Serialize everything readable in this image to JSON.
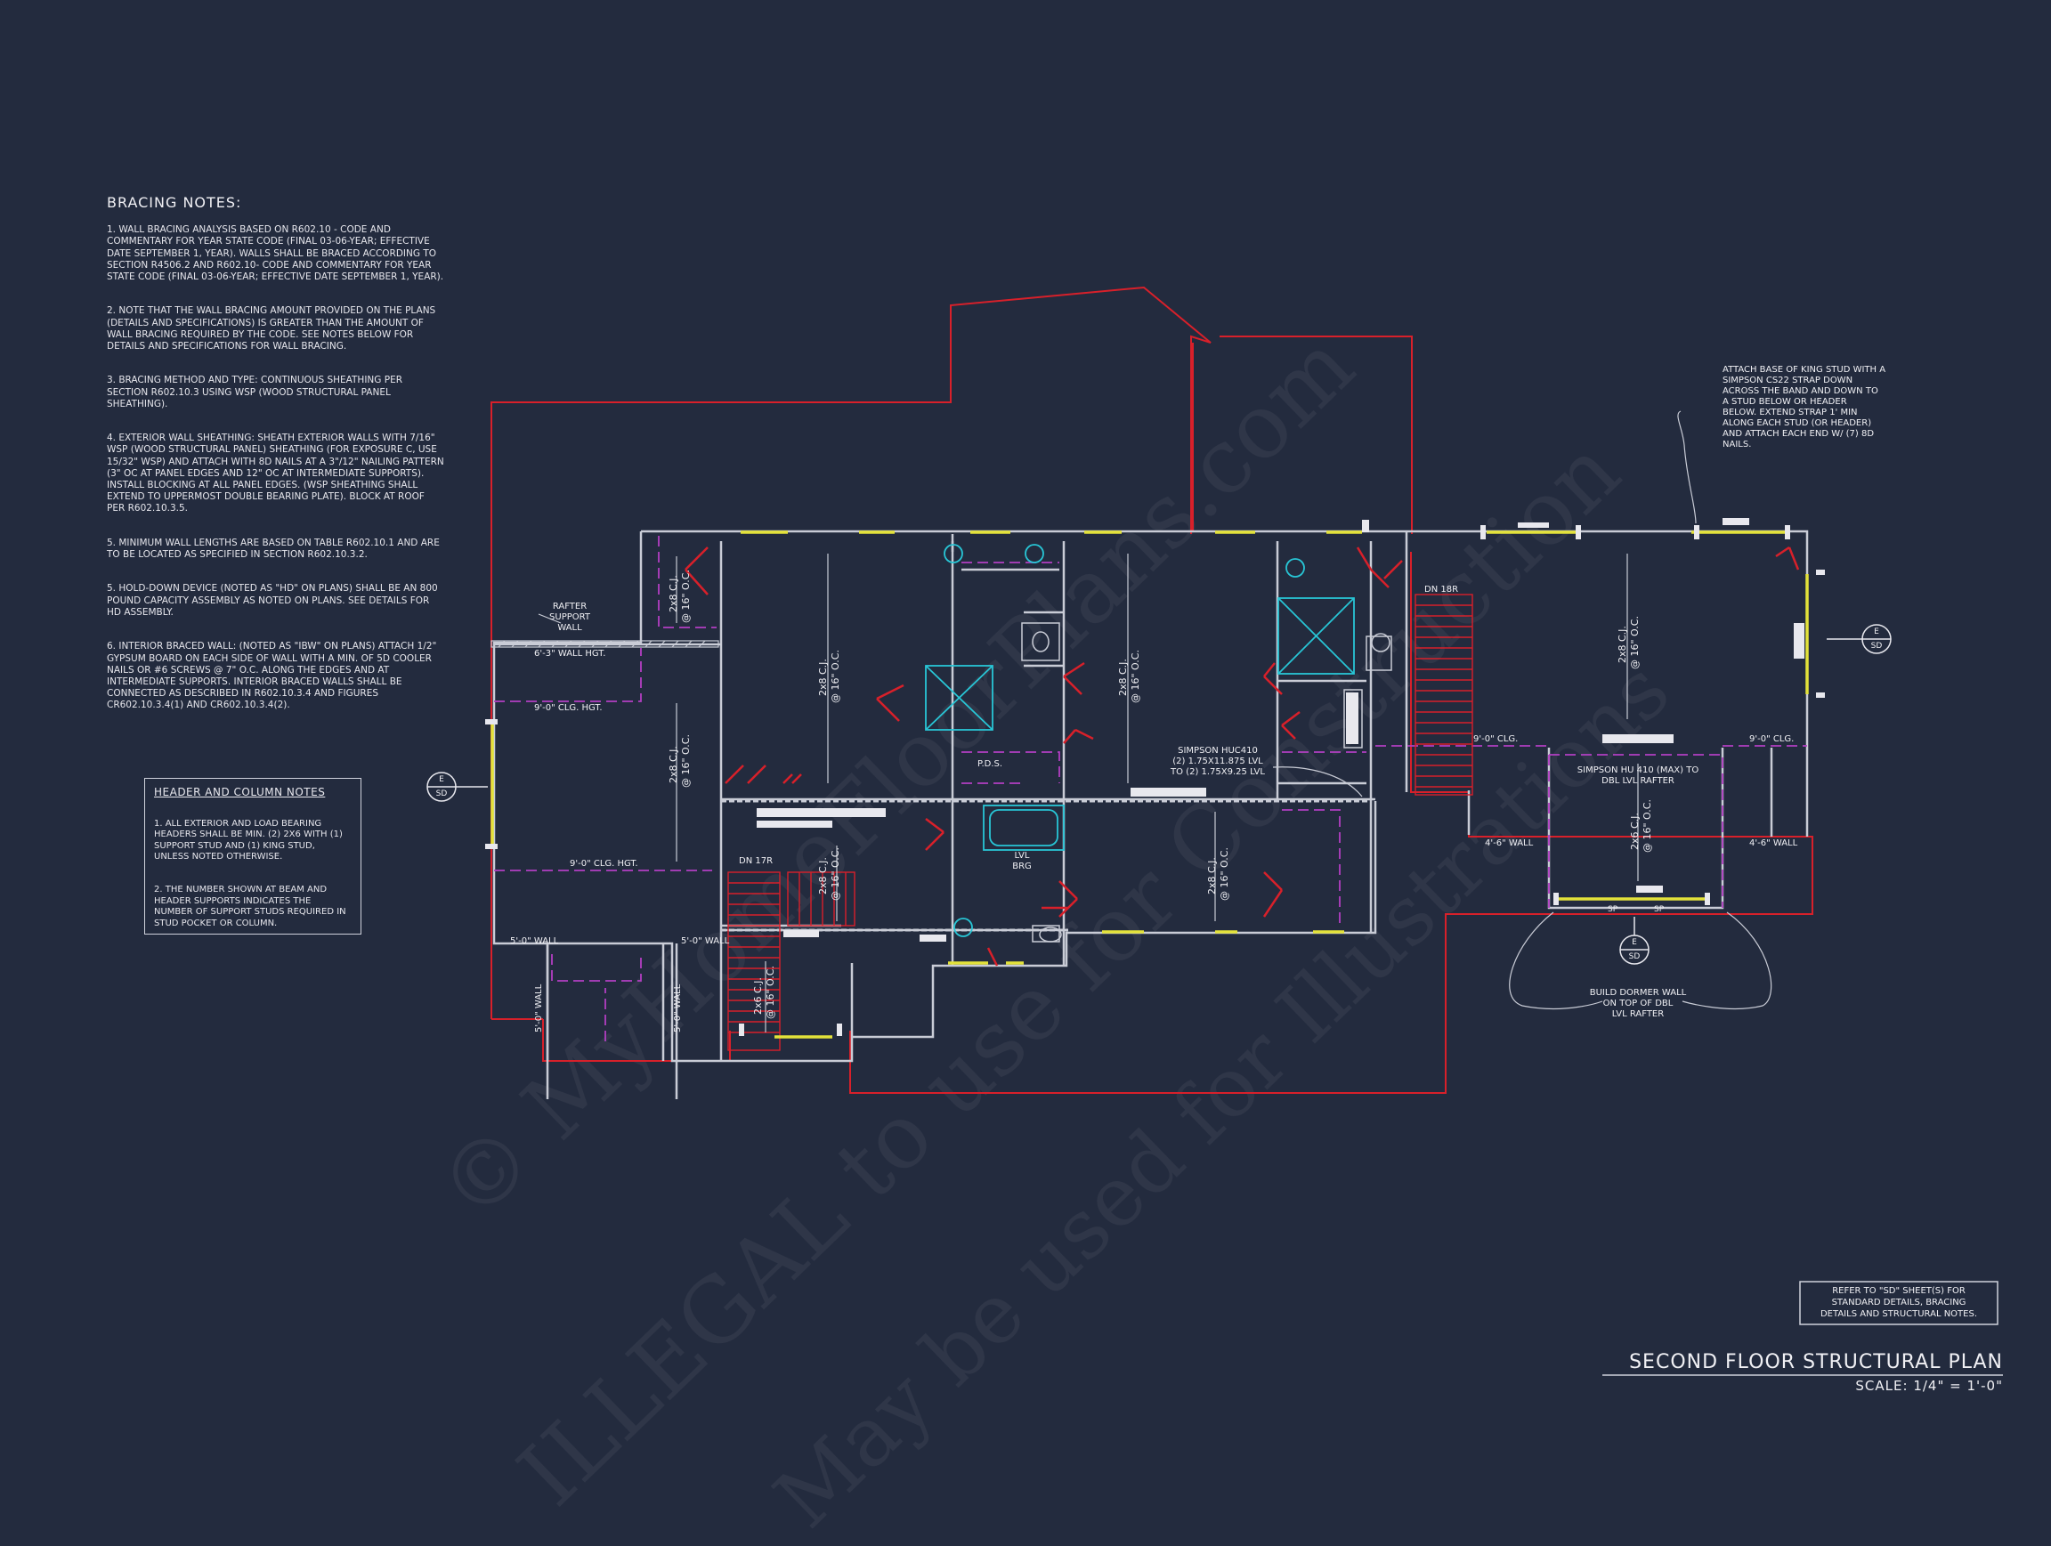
{
  "bracing": {
    "title": "BRACING NOTES:",
    "notes": [
      "1. WALL BRACING ANALYSIS BASED ON R602.10 - CODE AND COMMENTARY FOR YEAR STATE CODE (FINAL 03-06-YEAR; EFFECTIVE DATE SEPTEMBER 1, YEAR). WALLS SHALL BE BRACED ACCORDING TO SECTION R4506.2 AND R602.10- CODE AND COMMENTARY FOR YEAR STATE CODE (FINAL 03-06-YEAR; EFFECTIVE DATE SEPTEMBER 1, YEAR).",
      "2. NOTE THAT THE WALL BRACING AMOUNT PROVIDED ON THE PLANS (DETAILS AND SPECIFICATIONS) IS GREATER THAN THE AMOUNT OF WALL BRACING REQUIRED BY THE CODE. SEE NOTES BELOW FOR DETAILS AND SPECIFICATIONS FOR WALL BRACING.",
      "3. BRACING METHOD AND TYPE: CONTINUOUS SHEATHING PER SECTION R602.10.3 USING WSP (WOOD STRUCTURAL PANEL SHEATHING).",
      "4. EXTERIOR WALL SHEATHING: SHEATH EXTERIOR WALLS WITH 7/16\" WSP (WOOD STRUCTURAL PANEL) SHEATHING (FOR EXPOSURE C, USE 15/32\" WSP) AND ATTACH WITH 8d NAILS AT A 3\"/12\" NAILING PATTERN (3\" OC AT PANEL EDGES AND 12\" OC AT INTERMEDIATE SUPPORTS). INSTALL BLOCKING AT ALL PANEL EDGES. (WSP SHEATHING SHALL EXTEND TO UPPERMOST DOUBLE BEARING PLATE). BLOCK AT ROOF PER R602.10.3.5.",
      "5. MINIMUM WALL LENGTHS ARE BASED ON TABLE R602.10.1 AND ARE TO BE LOCATED AS SPECIFIED IN SECTION R602.10.3.2.",
      "5. HOLD-DOWN DEVICE (NOTED AS \"HD\" ON PLANS) SHALL BE AN 800 POUND CAPACITY ASSEMBLY AS NOTED ON PLANS. SEE DETAILS FOR HD ASSEMBLY.",
      "6. INTERIOR BRACED WALL: (NOTED AS \"IBW\" ON PLANS) ATTACH 1/2\" GYPSUM BOARD ON EACH SIDE OF WALL WITH A MIN. OF 5d COOLER NAILS OR #6 SCREWS @ 7\" O.C. ALONG THE EDGES AND AT INTERMEDIATE SUPPORTS. INTERIOR BRACED WALLS SHALL BE CONNECTED AS DESCRIBED IN R602.10.3.4 AND FIGURES CR602.10.3.4(1) AND CR602.10.3.4(2)."
    ]
  },
  "header_notes": {
    "title": "HEADER AND COLUMN NOTES",
    "notes": [
      "1. ALL EXTERIOR AND LOAD BEARING HEADERS SHALL BE MIN. (2) 2x6 WITH (1) SUPPORT STUD AND (1) KING STUD, UNLESS NOTED OTHERWISE.",
      "2. THE NUMBER SHOWN AT BEAM AND HEADER SUPPORTS INDICATES THE NUMBER OF SUPPORT STUDS REQUIRED IN STUD POCKET OR COLUMN."
    ]
  },
  "labels": {
    "rafter_support": "RAFTER\nSUPPORT\nWALL",
    "wall_hgt": "6'-3\" WALL HGT.",
    "clg_hgt_1": "9'-0\" CLG. HGT.",
    "clg_hgt_2": "9'-0\" CLG. HGT.",
    "wall_5_a": "5'-0\" WALL",
    "wall_5_b": "5'-0\" WALL",
    "wall_5_c": "5'-0\" WALL",
    "wall_5_d": "5'-0\" WALL",
    "dn_17r": "DN 17R",
    "dn_18r": "DN 18R",
    "pds": "P.D.S.",
    "lvl_brg": "LVL\nBRG",
    "simpson_huc": "SIMPSON HUC410\n(2) 1.75x11.875 LVL\nTO (2) 1.75x9.25 LVL",
    "simpson_hu": "SIMPSON HU 410 (MAX) TO\nDBL LVL RAFTER",
    "clg_9_a": "9'-0\" CLG.",
    "clg_9_b": "9'-0\" CLG.",
    "wall_46_a": "4'-6\" WALL",
    "wall_46_b": "4'-6\" WALL",
    "dormer": "BUILD DORMER WALL\nON TOP OF DBL\nLVL RAFTER",
    "strap_note": "ATTACH BASE OF KING STUD WITH A\nSIMPSON CS22 STRAP DOWN\nACROSS THE BAND AND DOWN TO\nA STUD BELOW OR HEADER\nBELOW. EXTEND STRAP 1' MIN\nALONG EACH STUD (OR HEADER)\nAND ATTACH EACH END W/ (7) 8d\nNAILS.",
    "sp_a": "SP",
    "sp_b": "SP",
    "cj_2x8": "2x8 C.J.",
    "cj_2x6": "2x6 C.J.",
    "cj_spacing": "@ 16\" O.C."
  },
  "section_tags": [
    {
      "letter": "E",
      "sheet": "SD"
    },
    {
      "letter": "E",
      "sheet": "SD"
    },
    {
      "letter": "E",
      "sheet": "SD"
    }
  ],
  "refer_note": "REFER TO \"SD\" SHEET(S) FOR\nSTANDARD DETAILS, BRACING\nDETAILS AND STRUCTURAL NOTES.",
  "title_block": {
    "title": "SECOND FLOOR STRUCTURAL PLAN",
    "scale": "SCALE: 1/4\" = 1'-0\""
  },
  "watermark": {
    "line1": "© MyHomeFloorPlans.com",
    "line2": "ILLEGAL to use for Construction",
    "line3": "May be used for Illustrations"
  },
  "colors": {
    "background": "#232b3e",
    "wall": "#c9ccd6",
    "red": "#d8202a",
    "magenta": "#b23fc2",
    "yellow": "#e3e23a",
    "cyan": "#28c6d6"
  }
}
